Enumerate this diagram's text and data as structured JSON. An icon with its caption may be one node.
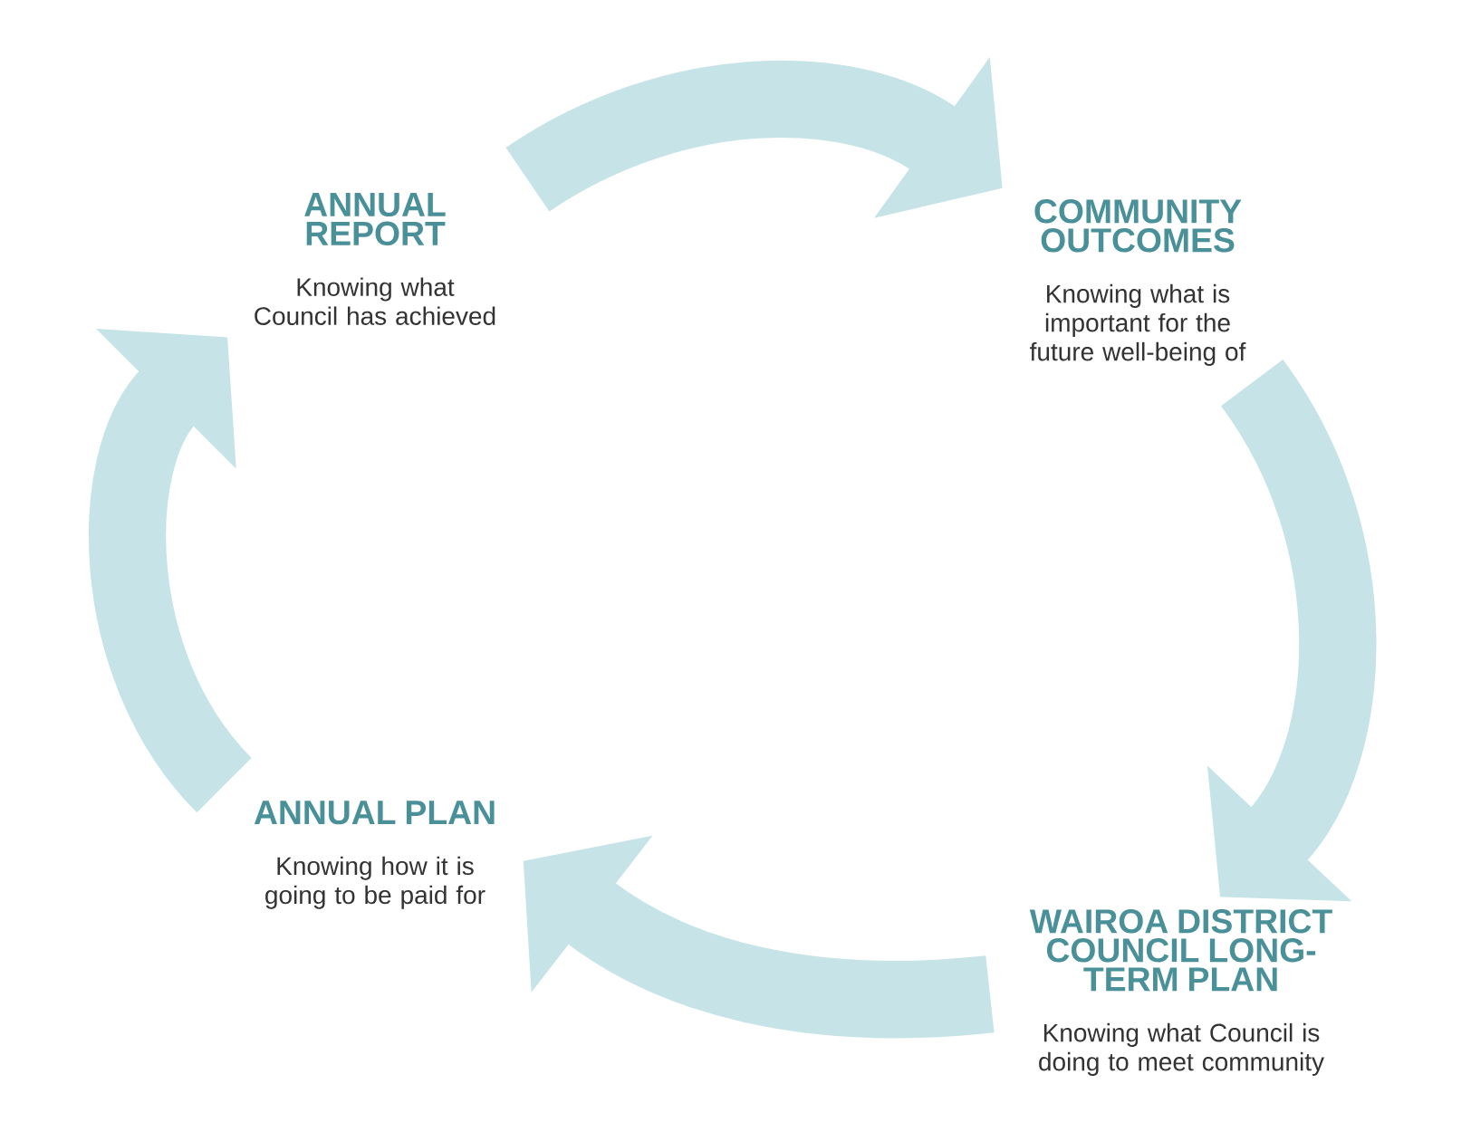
{
  "diagram": {
    "nodes": [
      {
        "text": [
          "ANNUAL REPORT",
          "Knowing what Council has achieved"
        ]
      },
      {
        "text": [
          "COMMUNITY OUTCOMES",
          "Knowing what is important for the future well-being of"
        ]
      },
      {
        "text": [
          "WAIROA DISTRICT COUNCIL LONG-TERM PLAN",
          "Knowing what Council is doing to meet community"
        ]
      },
      {
        "text": [
          "ANNUAL PLAN",
          "Knowing how it is going to be paid for"
        ]
      }
    ],
    "edges": [
      {
        "from": 0,
        "to": 1,
        "arrow": "to"
      },
      {
        "from": 1,
        "to": 2,
        "arrow": "to"
      },
      {
        "from": 2,
        "to": 3,
        "arrow": "to"
      },
      {
        "from": 3,
        "to": 0,
        "arrow": "to"
      }
    ]
  }
}
